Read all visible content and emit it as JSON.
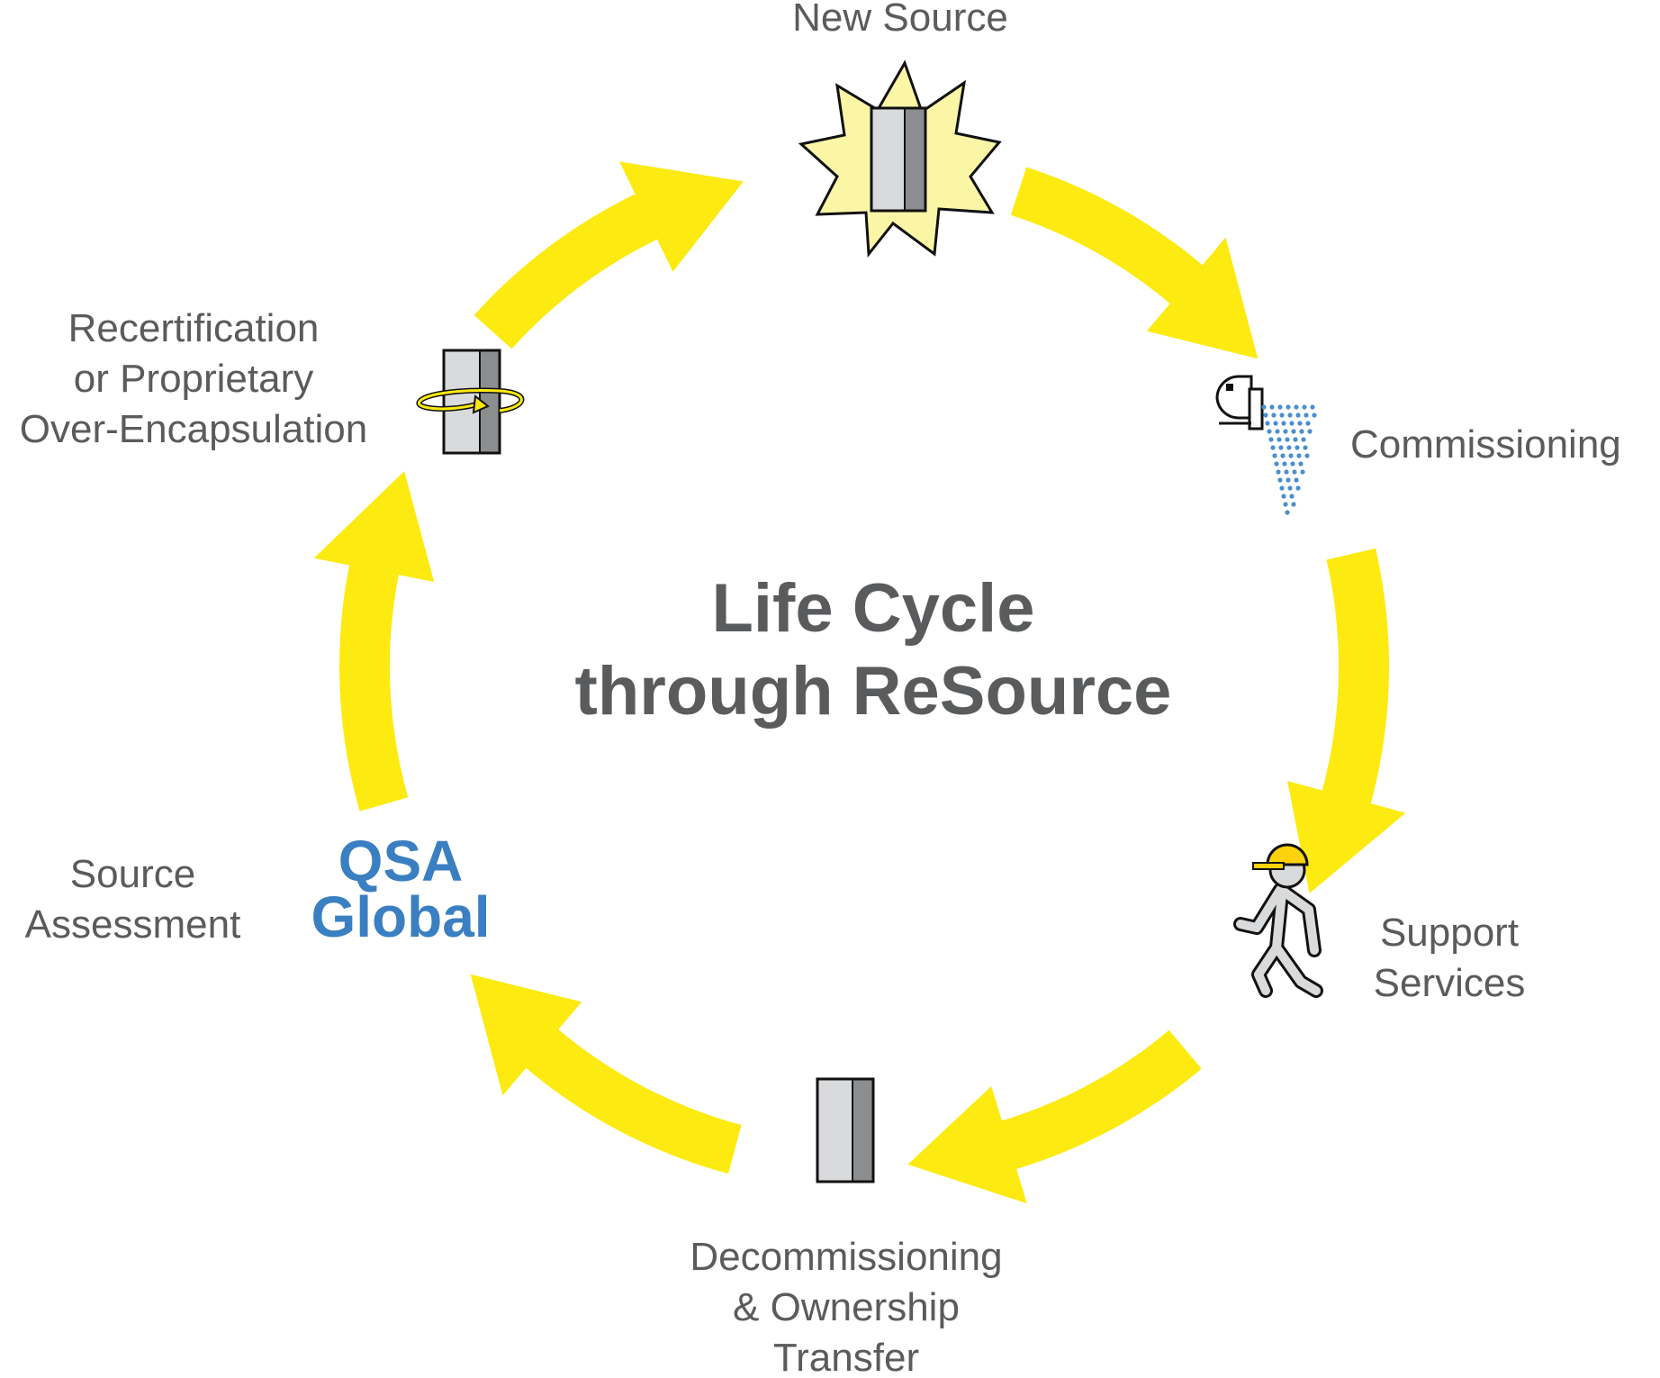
{
  "title": {
    "line1": "Life Cycle",
    "line2": "through ReSource"
  },
  "stages": {
    "new_source": "New Source",
    "commissioning": "Commissioning",
    "support": {
      "line1": "Support",
      "line2": "Services"
    },
    "decommissioning": {
      "line1": "Decommissioning",
      "line2": "& Ownership",
      "line3": "Transfer"
    },
    "assessment": {
      "line1": "Source",
      "line2": "Assessment"
    },
    "recertification": {
      "line1": "Recertification",
      "line2": "or Proprietary",
      "line3": "Over-Encapsulation"
    }
  },
  "logo": {
    "line1": "QSA",
    "line2": "Global"
  },
  "icons": {
    "new_source": "starburst-source-icon",
    "commissioning": "spray-nozzle-icon",
    "support": "walking-worker-icon",
    "decommissioning": "source-capsule-icon",
    "recertification": "rotating-capsule-icon"
  },
  "colors": {
    "arrow": "#fcea10",
    "text": "#5a5b5d",
    "logo": "#3a7fc1",
    "starburst": "#fbf6a6",
    "spray": "#4a8fcd"
  }
}
